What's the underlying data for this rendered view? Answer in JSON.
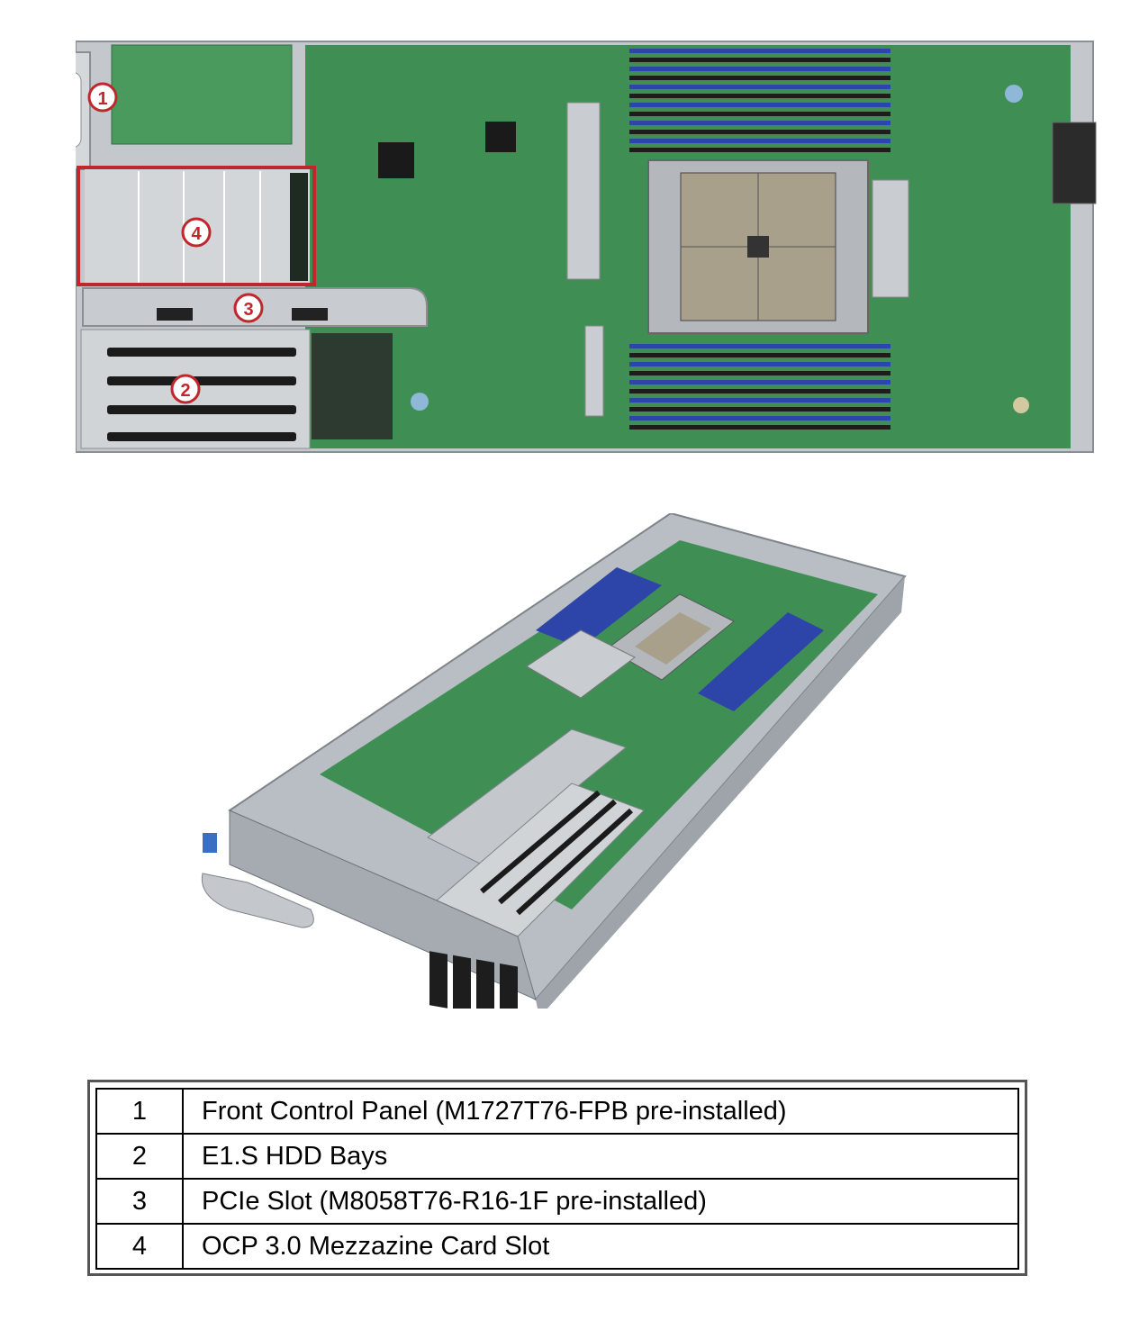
{
  "callouts": [
    "1",
    "2",
    "3",
    "4"
  ],
  "legend": {
    "rows": [
      {
        "num": "1",
        "desc": "Front Control Panel (M1727T76-FPB pre-installed)"
      },
      {
        "num": "2",
        "desc": "E1.S HDD Bays"
      },
      {
        "num": "3",
        "desc": "PCIe Slot (M8058T76-R16-1F pre-installed)"
      },
      {
        "num": "4",
        "desc": "OCP 3.0 Mezzazine Card Slot"
      }
    ]
  },
  "colors": {
    "pcb": "#3f8f55",
    "dimm_blue": "#2d45a8",
    "callout_red": "#c0272d",
    "chassis": "#b9bec4"
  }
}
